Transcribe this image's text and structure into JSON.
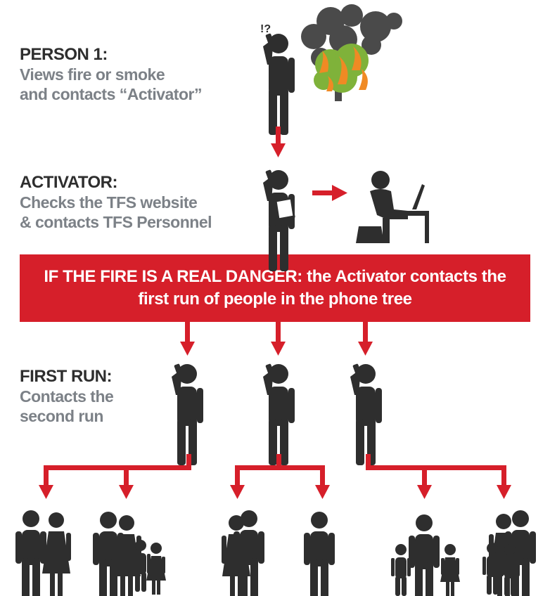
{
  "person1": {
    "heading": "PERSON 1:",
    "line1": "Views fire or smoke",
    "line2": "and contacts “Activator”",
    "exclaim": "!?"
  },
  "activator": {
    "heading": "ACTIVATOR:",
    "line1": "Checks the TFS website",
    "line2": "& contacts TFS Personnel"
  },
  "banner": {
    "lead": "IF THE FIRE IS A REAL DANGER:",
    "line1_rest": " the Activator contacts the",
    "line2": "first run of people in the phone tree"
  },
  "first_run": {
    "heading": "FIRST RUN:",
    "line1": "Contacts the",
    "line2": "second run"
  },
  "colors": {
    "accent_red": "#d61f2a",
    "figure": "#2e2e2e",
    "subtext": "#7c8187",
    "flame": "#f08a24",
    "foliage": "#7fb23a",
    "smoke": "#4a4a4a"
  }
}
